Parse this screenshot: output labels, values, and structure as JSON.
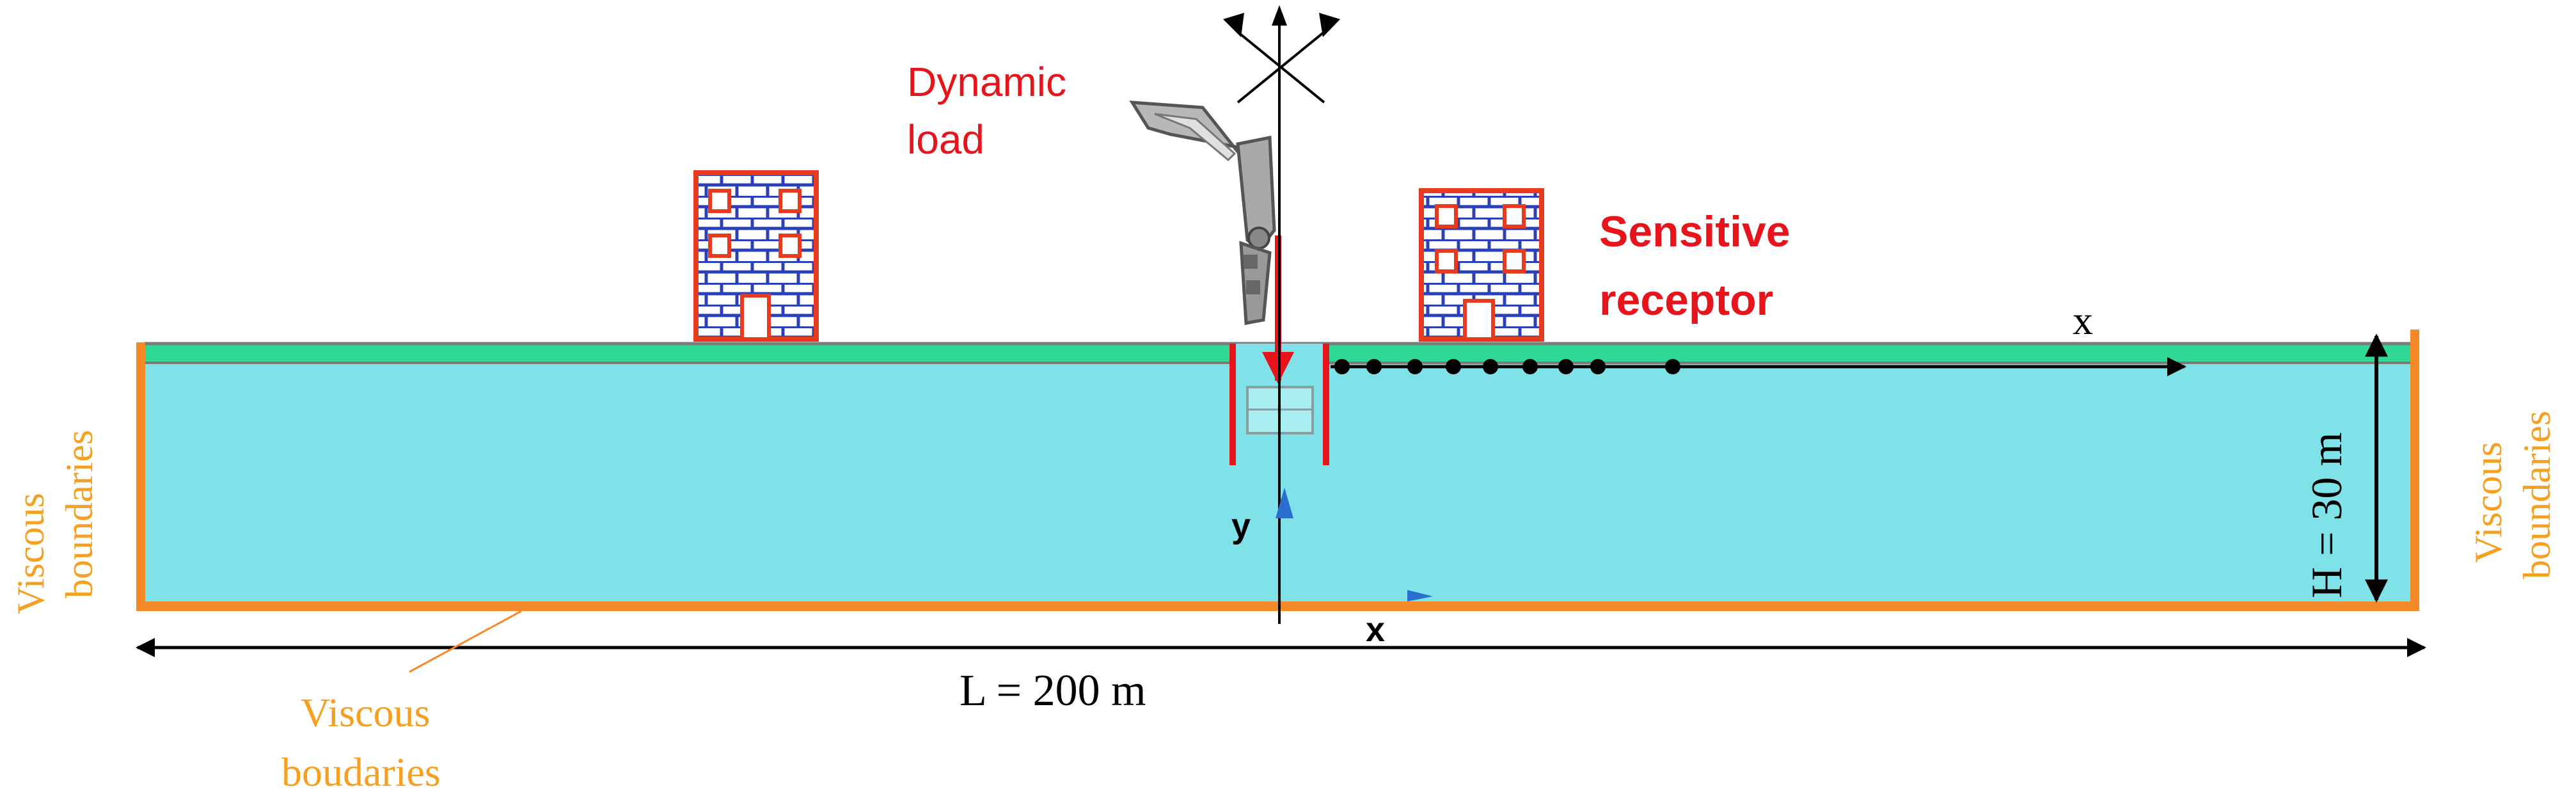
{
  "labels": {
    "dynamic_load": [
      "Dynamic",
      "load"
    ],
    "sensitive_receptor": [
      "Sensitive",
      "receptor"
    ],
    "viscous_left": [
      "Viscous",
      "boundaries"
    ],
    "viscous_right": [
      "Viscous",
      "boundaries"
    ],
    "viscous_bottom": [
      "Viscous",
      "boudaries"
    ],
    "x_axis_top": "x",
    "x_axis_bottom": "x",
    "y_axis": "y",
    "height": "H = 30  m",
    "length": "L = 200 m"
  },
  "colors": {
    "soil": "#7ee2e8",
    "surface_layer": "#2fd894",
    "viscous_boundary": "#f58a2b",
    "boundary_text": "#f5a020",
    "load_red": "#e8141c",
    "building_outline": "#e63b1e",
    "building_brick": "#2b40b8",
    "axis": "#000000",
    "marker": "#000000",
    "origin_arrow": "#2a6fd0"
  },
  "icons": {
    "excavator_arm": "excavator-arm-icon",
    "building": "building-icon"
  },
  "receptor_point_count": 9
}
